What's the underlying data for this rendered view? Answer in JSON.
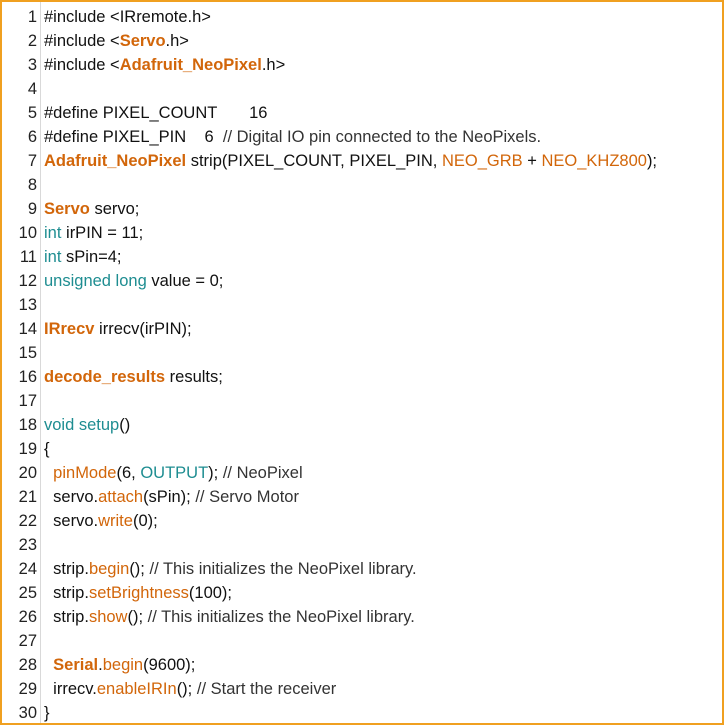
{
  "colors": {
    "frame": "#f0a020",
    "orange": "#d2660a",
    "teal": "#1e8d91",
    "text": "#111111"
  },
  "lines": [
    {
      "n": "1",
      "tokens": [
        [
          "t",
          "#include <"
        ],
        [
          "t",
          "IRremote"
        ],
        [
          "t",
          ".h>"
        ]
      ]
    },
    {
      "n": "2",
      "tokens": [
        [
          "t",
          "#include <"
        ],
        [
          "kw",
          "Servo"
        ],
        [
          "t",
          ".h>"
        ]
      ]
    },
    {
      "n": "3",
      "tokens": [
        [
          "t",
          "#include <"
        ],
        [
          "kw",
          "Adafruit_NeoPixel"
        ],
        [
          "t",
          ".h>"
        ]
      ]
    },
    {
      "n": "4",
      "tokens": []
    },
    {
      "n": "5",
      "tokens": [
        [
          "t",
          "#define PIXEL_COUNT       16"
        ]
      ]
    },
    {
      "n": "6",
      "tokens": [
        [
          "t",
          "#define PIXEL_PIN    6  "
        ],
        [
          "ct",
          "// Digital IO pin connected to the NeoPixels."
        ]
      ]
    },
    {
      "n": "7",
      "tokens": [
        [
          "kw",
          "Adafruit_NeoPixel"
        ],
        [
          "t",
          " strip(PIXEL_COUNT, PIXEL_PIN, "
        ],
        [
          "fn",
          "NEO_GRB"
        ],
        [
          "t",
          " + "
        ],
        [
          "fn",
          "NEO_KHZ800"
        ],
        [
          "t",
          ");"
        ]
      ]
    },
    {
      "n": "8",
      "tokens": []
    },
    {
      "n": "9",
      "tokens": [
        [
          "kw",
          "Servo"
        ],
        [
          "t",
          " servo;"
        ]
      ]
    },
    {
      "n": "10",
      "tokens": [
        [
          "ty",
          "int"
        ],
        [
          "t",
          " irPIN = 11;"
        ]
      ]
    },
    {
      "n": "11",
      "tokens": [
        [
          "ty",
          "int"
        ],
        [
          "t",
          " sPin=4;"
        ]
      ]
    },
    {
      "n": "12",
      "tokens": [
        [
          "ty",
          "unsigned long"
        ],
        [
          "t",
          " value = 0;"
        ]
      ]
    },
    {
      "n": "13",
      "tokens": []
    },
    {
      "n": "14",
      "tokens": [
        [
          "kw",
          "IRrecv"
        ],
        [
          "t",
          " irrecv(irPIN);"
        ]
      ]
    },
    {
      "n": "15",
      "tokens": []
    },
    {
      "n": "16",
      "tokens": [
        [
          "kw",
          "decode_results"
        ],
        [
          "t",
          " results;"
        ]
      ]
    },
    {
      "n": "17",
      "tokens": []
    },
    {
      "n": "18",
      "tokens": [
        [
          "ty",
          "void"
        ],
        [
          "t",
          " "
        ],
        [
          "ty",
          "setup"
        ],
        [
          "t",
          "()"
        ]
      ]
    },
    {
      "n": "19",
      "tokens": [
        [
          "t",
          "{"
        ]
      ]
    },
    {
      "n": "20",
      "tokens": [
        [
          "t",
          "  "
        ],
        [
          "fn",
          "pinMode"
        ],
        [
          "t",
          "(6, "
        ],
        [
          "ty",
          "OUTPUT"
        ],
        [
          "t",
          "); "
        ],
        [
          "ct",
          "// NeoPixel"
        ]
      ]
    },
    {
      "n": "21",
      "tokens": [
        [
          "t",
          "  servo."
        ],
        [
          "fn",
          "attach"
        ],
        [
          "t",
          "(sPin); "
        ],
        [
          "ct",
          "// Servo Motor"
        ]
      ]
    },
    {
      "n": "22",
      "tokens": [
        [
          "t",
          "  servo."
        ],
        [
          "fn",
          "write"
        ],
        [
          "t",
          "(0);"
        ]
      ]
    },
    {
      "n": "23",
      "tokens": []
    },
    {
      "n": "24",
      "tokens": [
        [
          "t",
          "  strip."
        ],
        [
          "fn",
          "begin"
        ],
        [
          "t",
          "(); "
        ],
        [
          "ct",
          "// This initializes the NeoPixel library."
        ]
      ]
    },
    {
      "n": "25",
      "tokens": [
        [
          "t",
          "  strip."
        ],
        [
          "fn",
          "setBrightness"
        ],
        [
          "t",
          "(100);"
        ]
      ]
    },
    {
      "n": "26",
      "tokens": [
        [
          "t",
          "  strip."
        ],
        [
          "fn",
          "show"
        ],
        [
          "t",
          "(); "
        ],
        [
          "ct",
          "// This initializes the NeoPixel library."
        ]
      ]
    },
    {
      "n": "27",
      "tokens": []
    },
    {
      "n": "28",
      "tokens": [
        [
          "t",
          "  "
        ],
        [
          "kw",
          "Serial"
        ],
        [
          "t",
          "."
        ],
        [
          "fn",
          "begin"
        ],
        [
          "t",
          "(9600);"
        ]
      ]
    },
    {
      "n": "29",
      "tokens": [
        [
          "t",
          "  irrecv."
        ],
        [
          "fn",
          "enableIRIn"
        ],
        [
          "t",
          "(); "
        ],
        [
          "ct",
          "// Start the receiver"
        ]
      ]
    },
    {
      "n": "30",
      "tokens": [
        [
          "t",
          "}"
        ]
      ]
    }
  ]
}
